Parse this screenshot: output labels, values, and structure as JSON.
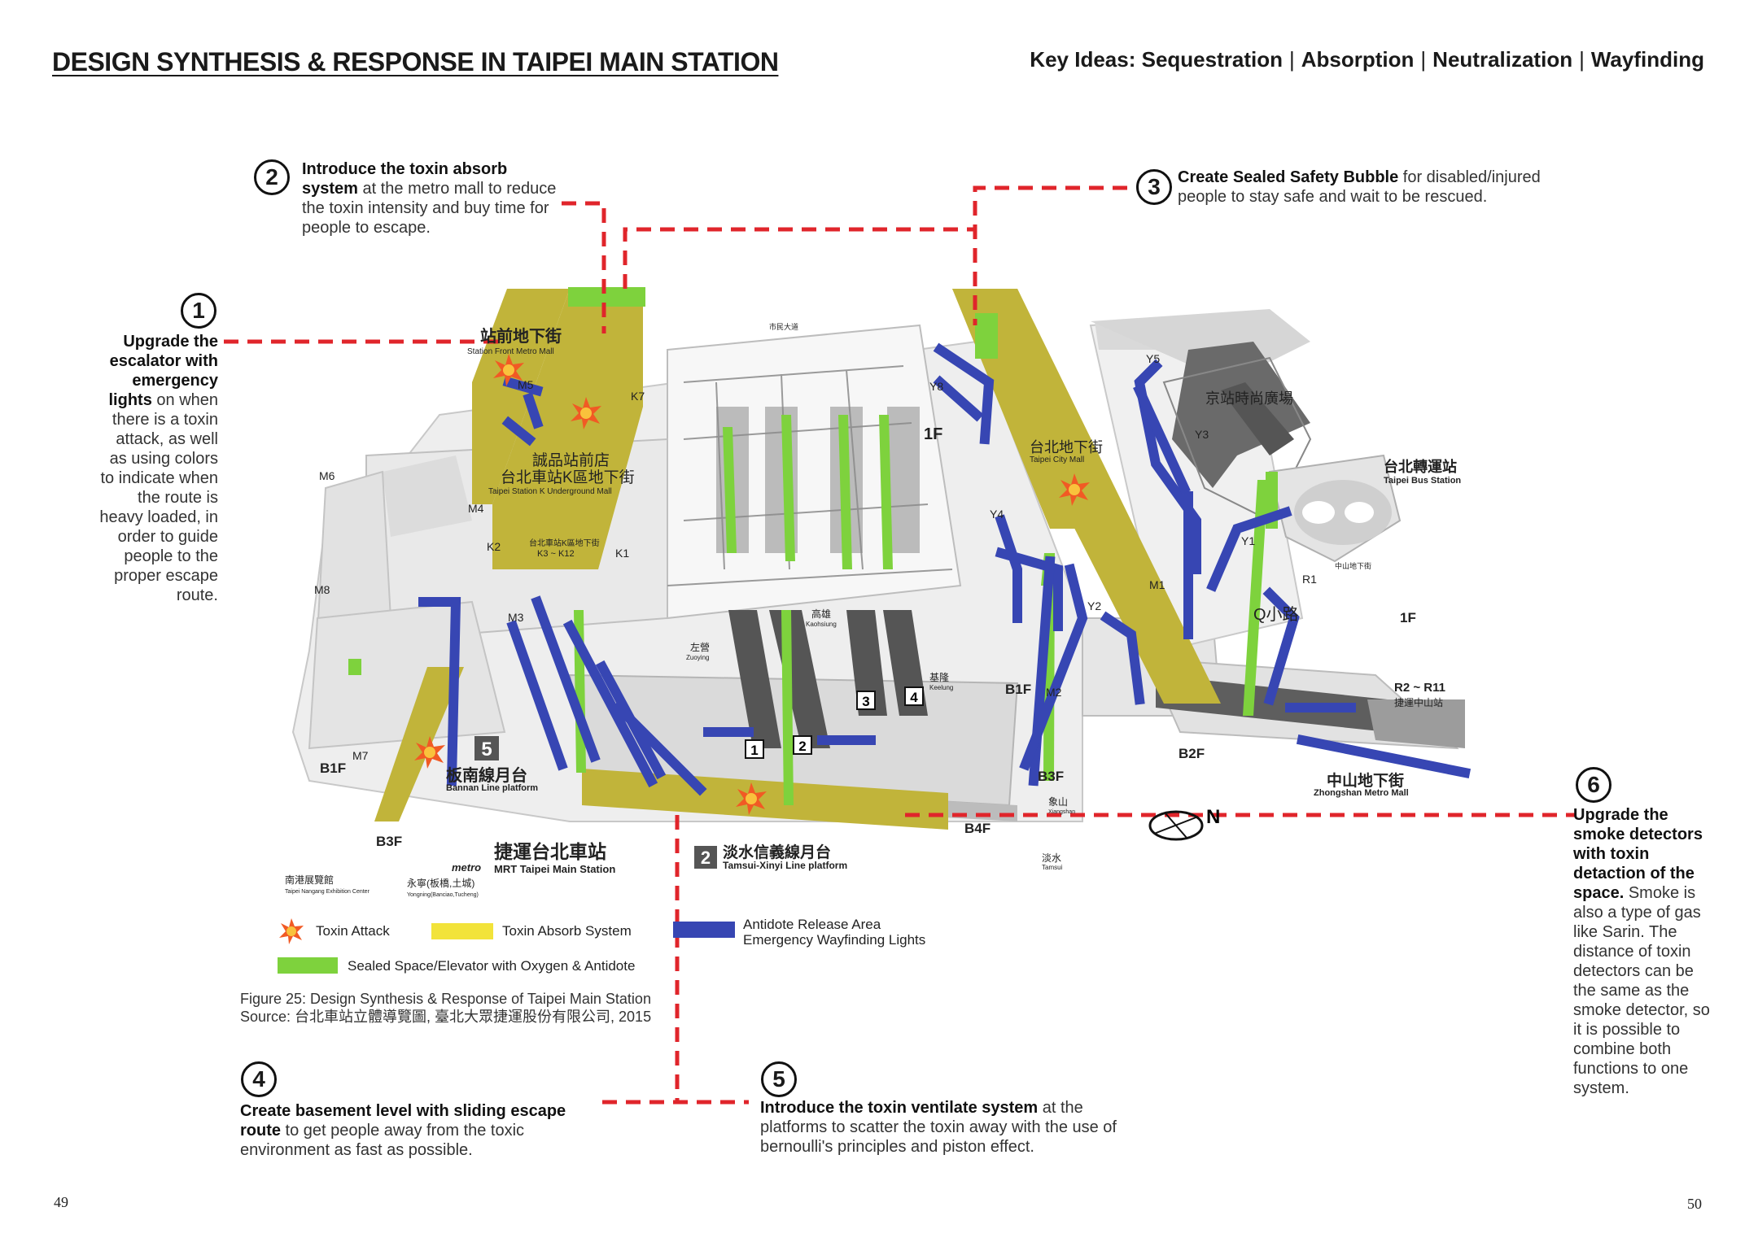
{
  "header": {
    "title": "DESIGN SYNTHESIS & RESPONSE IN TAIPEI MAIN STATION",
    "key_ideas_label": "Key Ideas:",
    "key_ideas": [
      "Sequestration",
      "Absorption",
      "Neutralization",
      "Wayfinding"
    ]
  },
  "callouts": [
    {
      "number": "1",
      "bold": "Upgrade the escalator with emergency lights",
      "text": " on when there is a toxin attack, as well as using colors to indicate when the route is heavy loaded, in order to guide people to the proper escape route."
    },
    {
      "number": "2",
      "bold": "Introduce the toxin absorb system",
      "text": " at the metro mall to reduce the toxin intensity and buy time for people to escape."
    },
    {
      "number": "3",
      "bold": "Create Sealed Safety Bubble",
      "text": " for disabled/injured people to stay safe and wait to be rescued."
    },
    {
      "number": "4",
      "bold": "Create basement level with sliding escape route",
      "text": " to get people away from the toxic environment as fast as possible."
    },
    {
      "number": "5",
      "bold": "Introduce the toxin ventilate system",
      "text": " at the platforms to scatter the toxin away with the use of bernoulli's principles and piston effect."
    },
    {
      "number": "6",
      "bold": "Upgrade the smoke detectors with toxin detaction of the space.",
      "text": " Smoke is also a type of gas like Sarin. The distance of toxin detectors can be the same as the smoke detector, so it is possible to combine both functions to one system."
    }
  ],
  "map_labels": {
    "station_front_mall_cn": "站前地下街",
    "station_front_mall_en": "Station Front Metro Mall",
    "eslite_cn": "誠品站前店",
    "k_mall_cn": "台北車站K區地下街",
    "k_mall_en": "Taipei Station K Underground Mall",
    "k_range": "K3 ~ K12",
    "k_range_cn": "台北車站K區地下街",
    "city_mall_cn": "台北地下街",
    "city_mall_en": "Taipei City Mall",
    "bus_station_cn": "台北轉運站",
    "bus_station_en": "Taipei Bus Station",
    "q_square_cn": "京站時尚廣場",
    "zhongshan_mall_cn": "中山地下街",
    "zhongshan_mall_en": "Zhongshan Metro Mall",
    "r_range": "R2 ~ R11",
    "r_range_cn": "捷運中山站",
    "bannan_cn": "板南線月台",
    "bannan_en": "Bannan Line platform",
    "tamsui_cn": "淡水信義線月台",
    "tamsui_en": "Tamsui-Xinyi Line platform",
    "mrt_cn": "捷運台北車站",
    "mrt_en": "MRT Taipei Main Station",
    "metro_logo": "metro",
    "nangang_cn": "南港展覽館",
    "nangang_en": "Taipei Nangang Exhibition Center",
    "yongning_cn": "永寧(板橋,土城)",
    "yongning_en": "Yongning(Banciao,Tucheng)",
    "zuoying_cn": "左營",
    "zuoying_en": "Zuoying",
    "kaohsiung_cn": "高雄",
    "kaohsiung_en": "Kaohsiung",
    "keelung_cn": "基隆",
    "keelung_en": "Keelung",
    "tamsui_dir_cn": "淡水",
    "tamsui_dir_en": "Tamsui",
    "xiangshan_cn": "象山",
    "xiangshan_en": "Xiangshan",
    "civil_blvd_cn": "市民大道",
    "zhongshan_st_cn": "中山地下街",
    "level_1f": "1F",
    "level_b1f": "B1F",
    "level_b2f": "B2F",
    "level_b3f": "B3F",
    "level_b4f": "B4F",
    "bannan_platform_no": "5",
    "tamsui_platform_no": "2",
    "north": "N",
    "exits": [
      "M1",
      "M2",
      "M3",
      "M4",
      "M5",
      "M6",
      "M7",
      "M8",
      "K1",
      "K2",
      "K7",
      "Y1",
      "Y2",
      "Y3",
      "Y4",
      "Y5",
      "Y8",
      "R1"
    ],
    "tracks": [
      "1",
      "2",
      "3",
      "4"
    ]
  },
  "legend": {
    "toxin_attack": "Toxin Attack",
    "toxin_absorb": "Toxin Absorb System",
    "antidote_release": "Antidote Release Area",
    "wayfinding_lights": "Emergency Wayfinding Lights",
    "sealed_space": "Sealed Space/Elevator with Oxygen & Antidote"
  },
  "caption": {
    "line1": "Figure 25: Design Synthesis & Response of Taipei Main Station",
    "line2": "Source: 台北車站立體導覽圖, 臺北大眾捷運股份有限公司, 2015"
  },
  "pages": {
    "left": "49",
    "right": "50"
  },
  "colors": {
    "toxin_absorb": "#c1b43a",
    "legend_yellow": "#f2e33a",
    "sealed_green": "#7ed23d",
    "wayfinding_blue": "#3746b3",
    "dashed_red": "#e0252b",
    "floor_gray": "#e6e6e6",
    "track_dark": "#555555"
  }
}
